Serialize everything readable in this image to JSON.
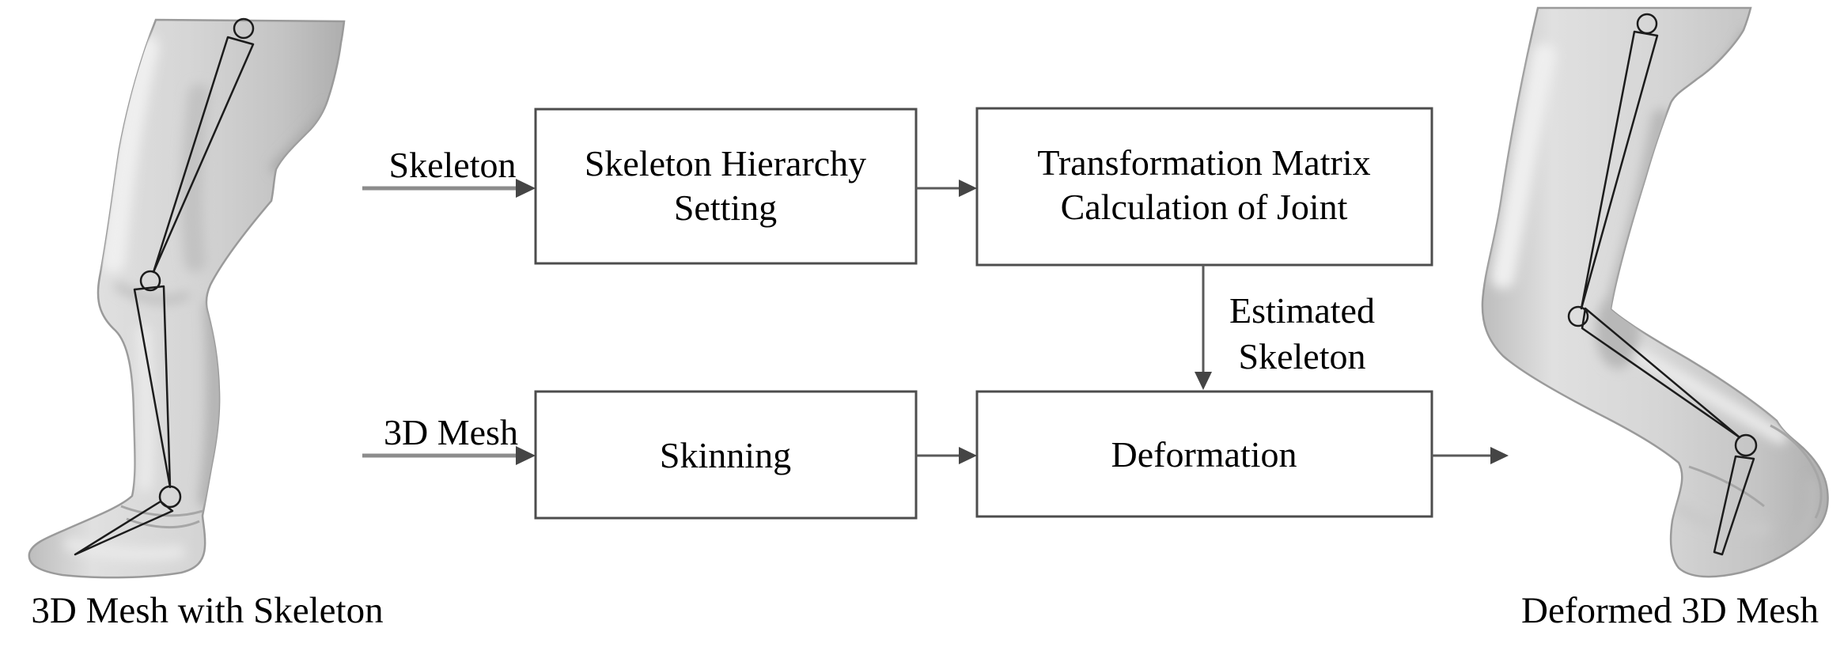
{
  "diagram": {
    "boxes": [
      {
        "line1": "Skeleton Hierarchy",
        "line2": "Setting"
      },
      {
        "line1": "Transformation Matrix",
        "line2": "Calculation of Joint"
      },
      {
        "line1": "Skinning"
      },
      {
        "line1": "Deformation"
      }
    ],
    "labels": {
      "skeleton_input": "Skeleton",
      "mesh_input": "3D Mesh",
      "estimated_line1": "Estimated",
      "estimated_line2": "Skeleton"
    },
    "captions": {
      "left": "3D Mesh with Skeleton",
      "right": "Deformed 3D Mesh"
    },
    "colors": {
      "background": "#ffffff",
      "box_fill": "#ffffff",
      "box_border": "#4d4d4d",
      "text": "#000000",
      "input_arrow_line": "#8c8c8c",
      "arrow_line": "#5a5a5a",
      "arrow_head": "#454545",
      "mesh_fill": "#d6d6d6",
      "mesh_outline": "#9a9a9a",
      "skeleton_overlay": "#1c1c1c"
    }
  }
}
